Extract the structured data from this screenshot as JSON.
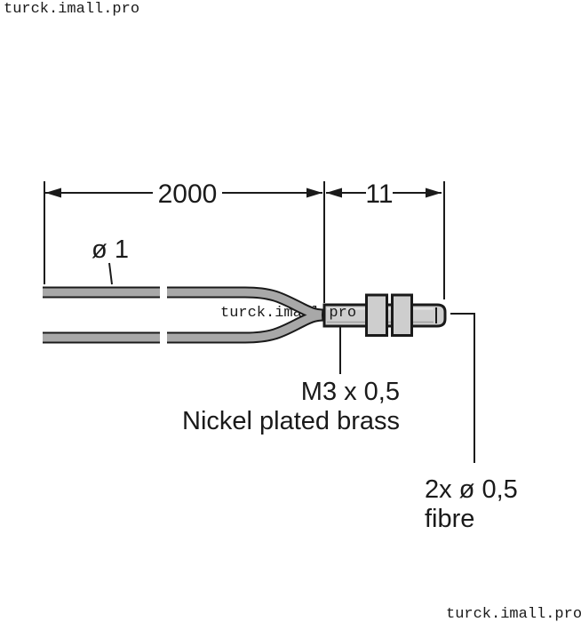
{
  "watermark": {
    "text": "turck.imall.pro"
  },
  "dimensions": {
    "cable_length": "2000",
    "barrel_length": "11"
  },
  "labels": {
    "fiber_diameter": "ø 1",
    "thread_spec": "M3 x 0,5",
    "material": "Nickel plated brass",
    "fibre_spec": "2x ø 0,5",
    "fibre_word": "fibre"
  },
  "colors": {
    "outline": "#1a1a1a",
    "fiber_fill": "#a8a8a8",
    "body_fill": "#cecece",
    "watermark": "#ababab"
  }
}
